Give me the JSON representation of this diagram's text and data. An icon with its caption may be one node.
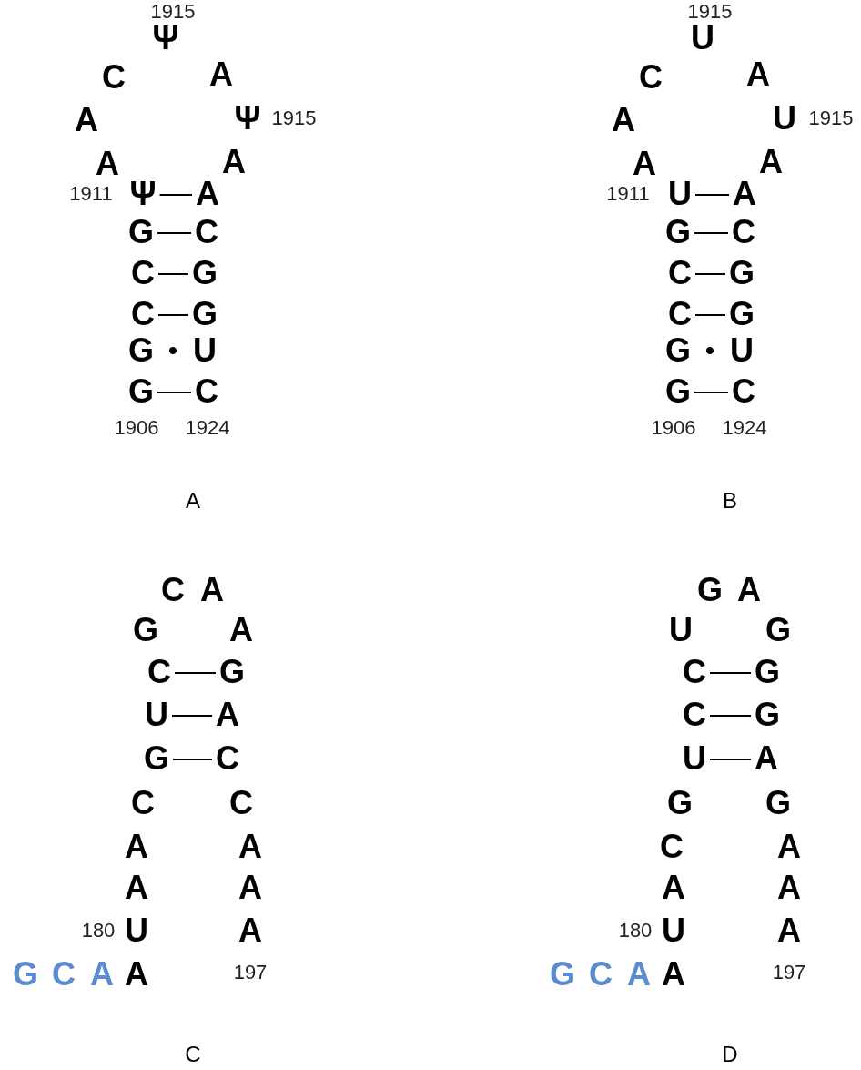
{
  "diagram": {
    "nodes": [
      {
        "text": [
          "Ψ"
        ]
      },
      {
        "text": [
          "C"
        ]
      },
      {
        "text": [
          "A"
        ]
      },
      {
        "text": [
          "A"
        ]
      },
      {
        "text": [
          "Ψ"
        ]
      },
      {
        "text": [
          "A"
        ]
      },
      {
        "text": [
          "A"
        ]
      },
      {
        "text": [
          "Ψ"
        ]
      },
      {
        "text": [
          "A"
        ]
      },
      {
        "text": [
          "G"
        ]
      },
      {
        "text": [
          "C"
        ]
      },
      {
        "text": [
          "C"
        ]
      },
      {
        "text": [
          "G"
        ]
      },
      {
        "text": [
          "C"
        ]
      },
      {
        "text": [
          "G"
        ]
      },
      {
        "text": [
          "G"
        ]
      },
      {
        "text": [
          "U"
        ]
      },
      {
        "text": [
          "G"
        ]
      },
      {
        "text": [
          "C"
        ]
      },
      {
        "text": [
          "U"
        ]
      },
      {
        "text": [
          "C"
        ]
      },
      {
        "text": [
          "A"
        ]
      },
      {
        "text": [
          "A"
        ]
      },
      {
        "text": [
          "U"
        ]
      },
      {
        "text": [
          "A"
        ]
      },
      {
        "text": [
          "A"
        ]
      },
      {
        "text": [
          "U"
        ]
      },
      {
        "text": [
          "A"
        ]
      },
      {
        "text": [
          "G"
        ]
      },
      {
        "text": [
          "C"
        ]
      },
      {
        "text": [
          "C"
        ]
      },
      {
        "text": [
          "G"
        ]
      },
      {
        "text": [
          "C"
        ]
      },
      {
        "text": [
          "G"
        ]
      },
      {
        "text": [
          "G"
        ]
      },
      {
        "text": [
          "U"
        ]
      },
      {
        "text": [
          "G"
        ]
      },
      {
        "text": [
          "C"
        ]
      },
      {
        "text": [
          "C"
        ]
      },
      {
        "text": [
          "A"
        ]
      },
      {
        "text": [
          "G"
        ]
      },
      {
        "text": [
          "A"
        ]
      },
      {
        "text": [
          "C"
        ]
      },
      {
        "text": [
          "G"
        ]
      },
      {
        "text": [
          "U"
        ]
      },
      {
        "text": [
          "A"
        ]
      },
      {
        "text": [
          "G"
        ]
      },
      {
        "text": [
          "C"
        ]
      },
      {
        "text": [
          "C"
        ]
      },
      {
        "text": [
          "C"
        ]
      },
      {
        "text": [
          "A"
        ]
      },
      {
        "text": [
          "A"
        ]
      },
      {
        "text": [
          "A"
        ]
      },
      {
        "text": [
          "A"
        ]
      },
      {
        "text": [
          "U"
        ]
      },
      {
        "text": [
          "A"
        ]
      },
      {
        "text": [
          "G"
        ]
      },
      {
        "text": [
          "C"
        ]
      },
      {
        "text": [
          "A"
        ]
      },
      {
        "text": [
          "A"
        ]
      },
      {
        "text": [
          "G"
        ]
      },
      {
        "text": [
          "A"
        ]
      },
      {
        "text": [
          "U"
        ]
      },
      {
        "text": [
          "G"
        ]
      },
      {
        "text": [
          "C"
        ]
      },
      {
        "text": [
          "G"
        ]
      },
      {
        "text": [
          "C"
        ]
      },
      {
        "text": [
          "G"
        ]
      },
      {
        "text": [
          "U"
        ]
      },
      {
        "text": [
          "A"
        ]
      },
      {
        "text": [
          "G"
        ]
      },
      {
        "text": [
          "G"
        ]
      },
      {
        "text": [
          "C"
        ]
      },
      {
        "text": [
          "A"
        ]
      },
      {
        "text": [
          "A"
        ]
      },
      {
        "text": [
          "A"
        ]
      },
      {
        "text": [
          "U"
        ]
      },
      {
        "text": [
          "A"
        ]
      },
      {
        "text": [
          "G"
        ]
      },
      {
        "text": [
          "C"
        ]
      },
      {
        "text": [
          "A"
        ]
      },
      {
        "text": [
          "A"
        ]
      }
    ],
    "edges": [
      {
        "from": 7,
        "to": 8,
        "arrow": "none"
      },
      {
        "from": 9,
        "to": 10,
        "arrow": "none"
      },
      {
        "from": 11,
        "to": 12,
        "arrow": "none"
      },
      {
        "from": 13,
        "to": 14,
        "arrow": "none"
      },
      {
        "from": 17,
        "to": 18,
        "arrow": "none"
      },
      {
        "from": 26,
        "to": 27,
        "arrow": "none"
      },
      {
        "from": 28,
        "to": 29,
        "arrow": "none"
      },
      {
        "from": 30,
        "to": 31,
        "arrow": "none"
      },
      {
        "from": 32,
        "to": 33,
        "arrow": "none"
      },
      {
        "from": 36,
        "to": 37,
        "arrow": "none"
      },
      {
        "from": 42,
        "to": 43,
        "arrow": "none"
      },
      {
        "from": 44,
        "to": 45,
        "arrow": "none"
      },
      {
        "from": 46,
        "to": 47,
        "arrow": "none"
      },
      {
        "from": 64,
        "to": 65,
        "arrow": "none"
      },
      {
        "from": 66,
        "to": 67,
        "arrow": "none"
      },
      {
        "from": 68,
        "to": 69,
        "arrow": "none"
      }
    ],
    "labels": [
      "1915",
      "1915",
      "1911",
      "•",
      "1906",
      "1924",
      "A",
      "1915",
      "1915",
      "1911",
      "•",
      "1906",
      "1924",
      "B",
      "180",
      "197",
      "C",
      "180",
      "197",
      "D"
    ]
  }
}
